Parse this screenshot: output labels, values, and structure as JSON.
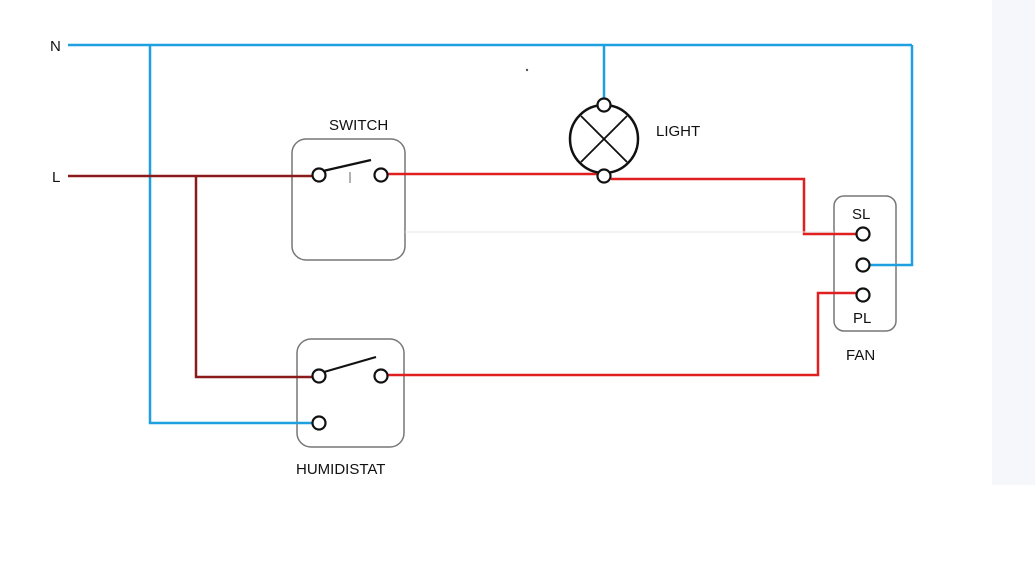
{
  "labels": {
    "neutral": "N",
    "live": "L",
    "switch": "SWITCH",
    "light": "LIGHT",
    "humidistat": "HUMIDISTAT",
    "fan": "FAN",
    "fan_sl": "SL",
    "fan_pl": "PL"
  },
  "colors": {
    "neutral_wire": "#1e9fe0",
    "live_wire": "#8b1a1a",
    "switched_wire": "#e02020",
    "device_outline": "#777777",
    "terminal": "#111111"
  }
}
